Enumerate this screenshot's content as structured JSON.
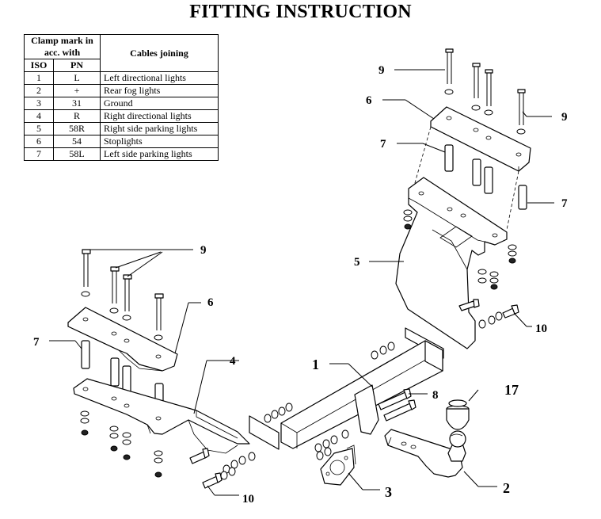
{
  "title": "FITTING INSTRUCTION",
  "table": {
    "header_clamp": "Clamp mark in acc. with",
    "header_cables": "Cables joining",
    "header_iso": "ISO",
    "header_pn": "PN",
    "rows": [
      {
        "iso": "1",
        "pn": "L",
        "desc": "Left directional lights"
      },
      {
        "iso": "2",
        "pn": "+",
        "desc": "Rear fog lights"
      },
      {
        "iso": "3",
        "pn": "31",
        "desc": "Ground"
      },
      {
        "iso": "4",
        "pn": "R",
        "desc": "Right directional lights"
      },
      {
        "iso": "5",
        "pn": "58R",
        "desc": "Right side parking lights"
      },
      {
        "iso": "6",
        "pn": "54",
        "desc": "Stoplights"
      },
      {
        "iso": "7",
        "pn": "58L",
        "desc": "Left side parking lights"
      }
    ]
  },
  "labels": {
    "l1": "1",
    "l2": "2",
    "l3": "3",
    "l4": "4",
    "l5": "5",
    "l6_top": "6",
    "l6_left": "6",
    "l7_top": "7",
    "l7_right": "7",
    "l7_left": "7",
    "l8": "8",
    "l9_top": "9",
    "l9_right": "9",
    "l9_left": "9",
    "l10_right": "10",
    "l10_bottom": "10",
    "l17": "17"
  }
}
